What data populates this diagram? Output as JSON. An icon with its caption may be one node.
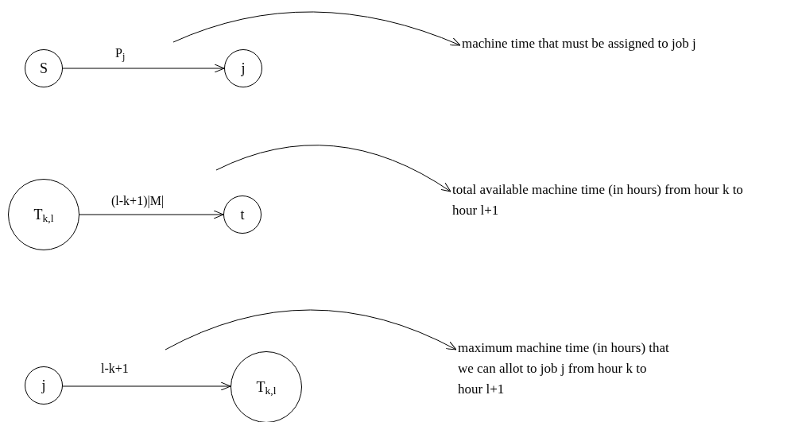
{
  "diagram": {
    "nodes": [
      {
        "text": [
          "S"
        ]
      },
      {
        "text": [
          "j"
        ]
      },
      {
        "text": [
          "machine time that must be assigned to job j"
        ]
      },
      {
        "text": [
          "T$_{k,l}$"
        ]
      },
      {
        "text": [
          "t"
        ]
      },
      {
        "text": [
          "total available machine time (in hours) from hour k to hour l+1"
        ]
      },
      {
        "text": [
          "j"
        ]
      },
      {
        "text": [
          "T$_{k,l}$"
        ]
      },
      {
        "text": [
          "maximum machine time (in hours) that we can allot to job j from hour k to hour l+1"
        ]
      }
    ],
    "edges": [
      {
        "from": 0,
        "to": 1,
        "arrow": "to",
        "label": "P$_{j}$"
      },
      {
        "from": null,
        "to": 2,
        "arrow": "to"
      },
      {
        "from": 3,
        "to": 4,
        "arrow": "to",
        "label": "(l-k+1)|M|"
      },
      {
        "from": null,
        "to": 5,
        "arrow": "to"
      },
      {
        "from": 6,
        "to": 7,
        "arrow": "to",
        "label": "l-k+1"
      },
      {
        "from": null,
        "to": 8,
        "arrow": "to"
      }
    ]
  }
}
